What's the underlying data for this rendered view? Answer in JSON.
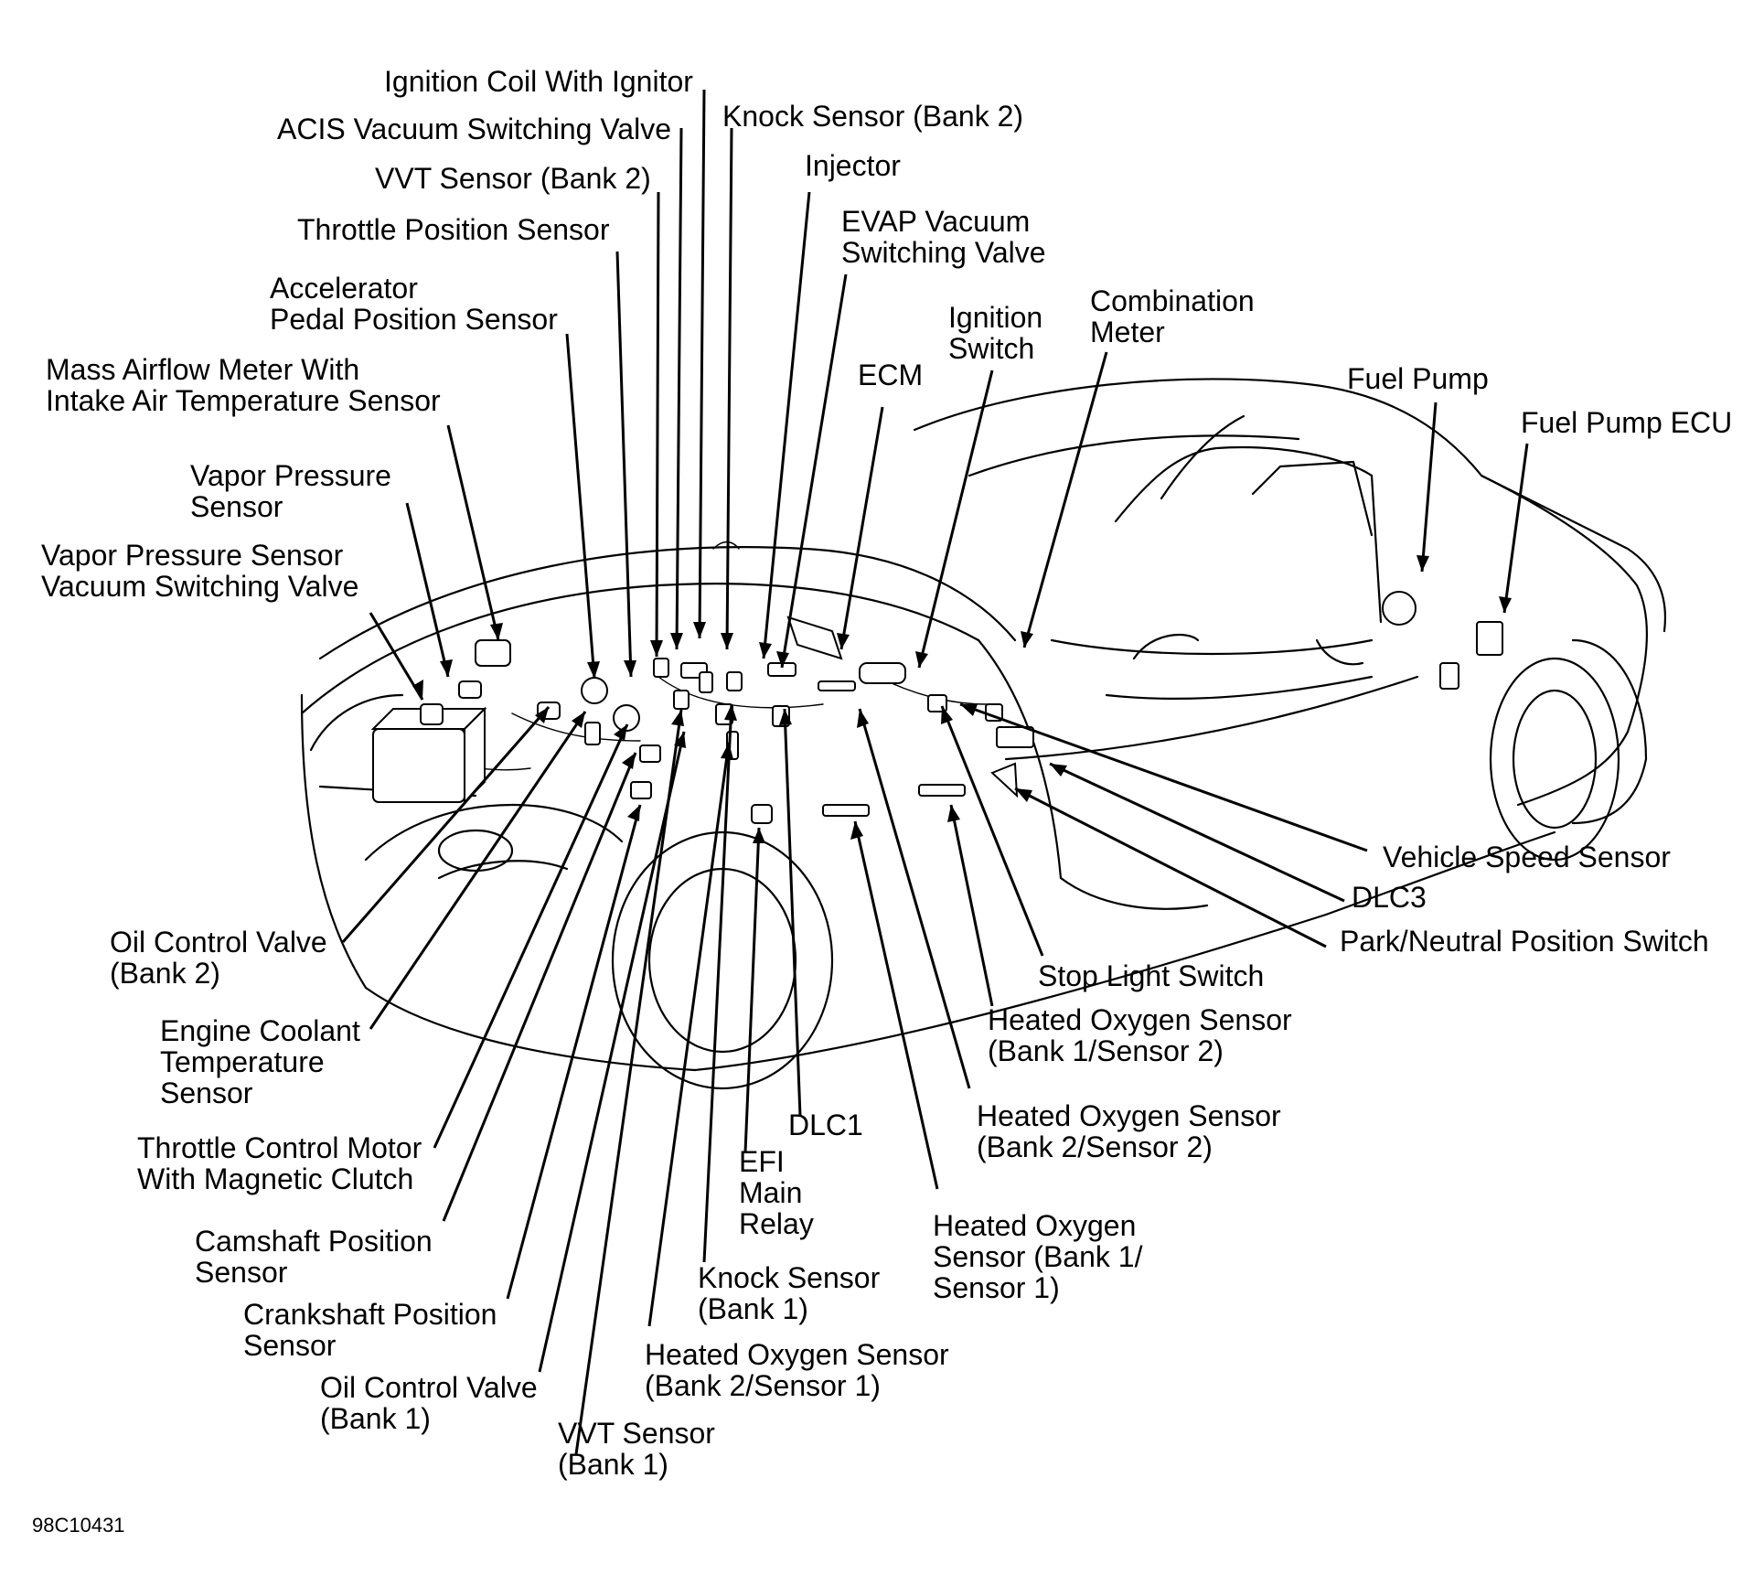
{
  "figure_id": "98C10431",
  "labels": {
    "ignition_coil": "Ignition Coil With Ignitor",
    "knock_sensor_bank2": "Knock Sensor (Bank 2)",
    "acis_vsv": "ACIS Vacuum Switching Valve",
    "injector": "Injector",
    "vvt_sensor_bank2": "VVT Sensor (Bank 2)",
    "throttle_position_sensor": "Throttle Position Sensor",
    "evap_vsv": [
      "EVAP Vacuum",
      "Switching Valve"
    ],
    "accelerator_pedal_sensor": [
      "Accelerator",
      "Pedal Position Sensor"
    ],
    "combination_meter": [
      "Combination",
      "Meter"
    ],
    "ignition_switch": [
      "Ignition",
      "Switch"
    ],
    "ecm": "ECM",
    "mass_airflow_meter": [
      "Mass Airflow Meter With",
      "Intake Air Temperature Sensor"
    ],
    "fuel_pump": "Fuel Pump",
    "fuel_pump_ecu": "Fuel Pump ECU",
    "vapor_pressure_sensor": [
      "Vapor Pressure",
      "Sensor"
    ],
    "vapor_pressure_vsv": [
      "Vapor Pressure Sensor",
      "Vacuum Switching Valve"
    ],
    "vehicle_speed_sensor": "Vehicle Speed Sensor",
    "dlc3": "DLC3",
    "park_neutral_switch": "Park/Neutral Position Switch",
    "oil_control_valve_bank2": [
      "Oil Control Valve",
      "(Bank 2)"
    ],
    "stop_light_switch": "Stop Light Switch",
    "engine_coolant_temp": [
      "Engine Coolant",
      "Temperature",
      "Sensor"
    ],
    "ho2s_b1s2": [
      "Heated Oxygen Sensor",
      "(Bank 1/Sensor 2)"
    ],
    "ho2s_b2s2": [
      "Heated Oxygen Sensor",
      "(Bank 2/Sensor 2)"
    ],
    "dlc1": "DLC1",
    "throttle_control_motor": [
      "Throttle Control Motor",
      "With Magnetic Clutch"
    ],
    "efi_main_relay": [
      "EFI",
      "Main",
      "Relay"
    ],
    "ho2s_b1s1": [
      "Heated Oxygen",
      "Sensor (Bank 1/",
      "Sensor 1)"
    ],
    "camshaft_position_sensor": [
      "Camshaft Position",
      "Sensor"
    ],
    "knock_sensor_bank1": [
      "Knock Sensor",
      "(Bank 1)"
    ],
    "crankshaft_position_sensor": [
      "Crankshaft Position",
      "Sensor"
    ],
    "ho2s_b2s1": [
      "Heated Oxygen Sensor",
      "(Bank 2/Sensor 1)"
    ],
    "oil_control_valve_bank1": [
      "Oil Control Valve",
      "(Bank 1)"
    ],
    "vvt_sensor_bank1": [
      "VVT Sensor",
      "(Bank 1)"
    ]
  }
}
